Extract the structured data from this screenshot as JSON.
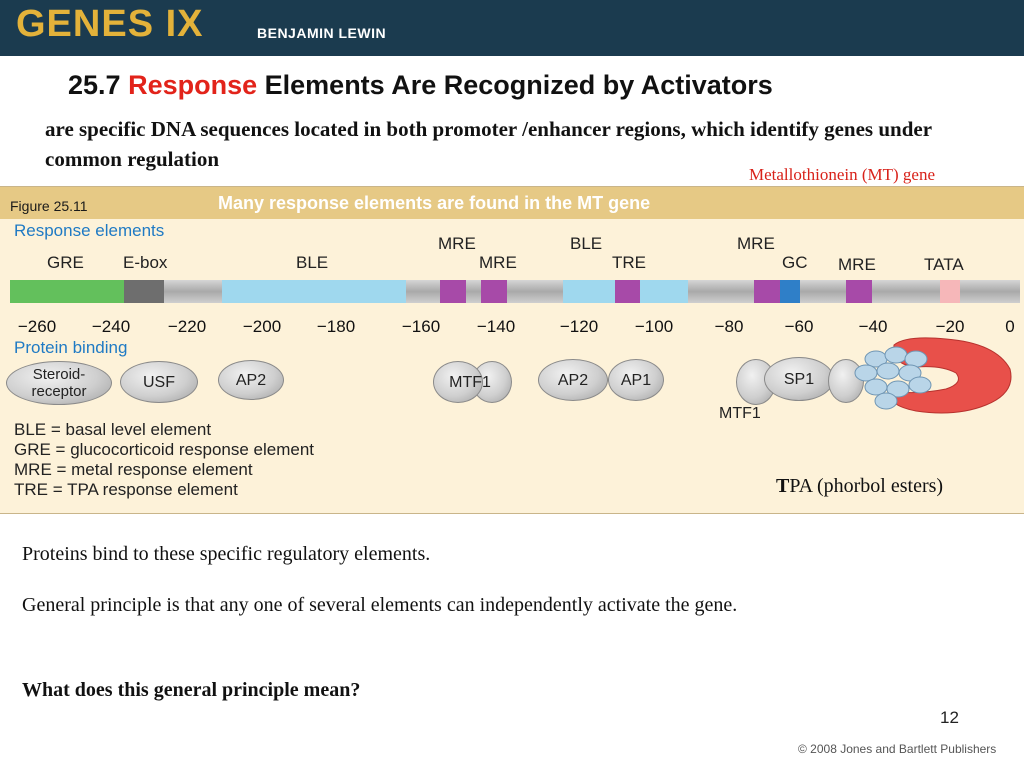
{
  "banner": {
    "logo": "GENES IX",
    "author": "BENJAMIN LEWIN"
  },
  "title": {
    "number": "25.7",
    "highlight": "Response",
    "rest": "Elements Are Recognized by Activators"
  },
  "subtitle": "are specific DNA sequences located in both promoter /enhancer regions, which identify genes under common regulation",
  "gene_label": "Metallothionein (MT) gene",
  "figure": {
    "label": "Figure 25.11",
    "title": "Many response elements are found in the MT gene",
    "response_elements_heading": "Response elements",
    "protein_binding_heading": "Protein binding",
    "elements": [
      {
        "label": "GRE",
        "color": "#63c05c"
      },
      {
        "label": "E-box",
        "color": "#6e6e6e"
      },
      {
        "label": "BLE",
        "color": "#9fd8ee"
      },
      {
        "label": "MRE",
        "color": "#a74aa8"
      },
      {
        "label": "MRE",
        "color": "#a74aa8"
      },
      {
        "label": "BLE",
        "color": "#9fd8ee"
      },
      {
        "label": "TRE",
        "color": "#a74aa8"
      },
      {
        "label": "MRE",
        "color": "#a74aa8"
      },
      {
        "label": "GC",
        "color": "#2f7fc8"
      },
      {
        "label": "MRE",
        "color": "#a74aa8"
      },
      {
        "label": "TATA",
        "color": "#f6b7b9"
      }
    ],
    "scale": [
      "−260",
      "−240",
      "−220",
      "−200",
      "−180",
      "−160",
      "−140",
      "−120",
      "−100",
      "−80",
      "−60",
      "−40",
      "−20",
      "0"
    ],
    "proteins": {
      "steroid": "Steroid-receptor",
      "usf": "USF",
      "ap2_a": "AP2",
      "mtf1_a": "MTF1",
      "ap2_b": "AP2",
      "ap1": "AP1",
      "sp1": "SP1",
      "mtf1_b": "MTF1"
    },
    "legend": [
      "BLE = basal level element",
      "GRE = glucocorticoid response element",
      "MRE = metal response element",
      "TRE = TPA response element"
    ],
    "tpa_bold": "T",
    "tpa_rest": "PA (phorbol esters)"
  },
  "body": {
    "line1": "Proteins bind to these specific regulatory elements.",
    "line2": "General principle is that  any one of several elements can independently activate the gene.",
    "question": "What does this general principle mean?"
  },
  "page_number": "12",
  "copyright": "© 2008 Jones and Bartlett Publishers"
}
